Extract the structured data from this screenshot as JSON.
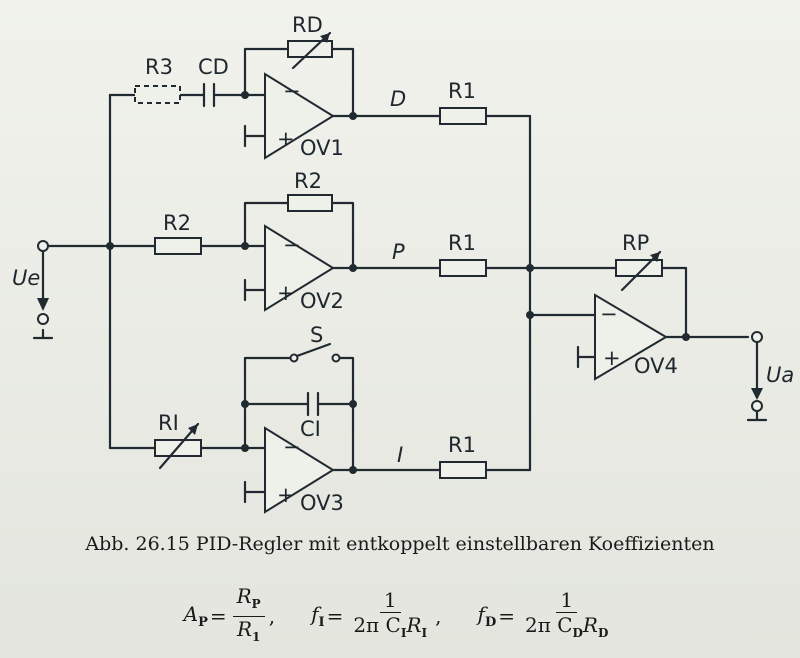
{
  "labels": {
    "r3": "R3",
    "cd": "CD",
    "rd": "RD",
    "r1_d": "R1",
    "r1_p": "R1",
    "r1_i": "R1",
    "r2_in": "R2",
    "r2_fb": "R2",
    "ri": "RI",
    "ci": "CI",
    "s": "S",
    "rp": "RP",
    "sig_d": "D",
    "sig_p": "P",
    "sig_i": "I",
    "ue": "Ue",
    "ua": "Ua",
    "ov1": "OV1",
    "ov2": "OV2",
    "ov3": "OV3",
    "ov4": "OV4",
    "minus": "−",
    "plus": "+"
  },
  "caption": "Abb. 26.15 PID-Regler mit entkoppelt einstellbaren Koeffizienten",
  "formulas": {
    "ap": {
      "lhs": "A",
      "lhs_sub": "P",
      "num": "R",
      "num_sub": "P",
      "den": "R",
      "den_sub": "1",
      "sep": ","
    },
    "fi": {
      "lhs": "f",
      "lhs_sub": "I",
      "num": "1",
      "den": "2π C",
      "den_sub1": "I",
      "den_mid": "R",
      "den_sub2": "I",
      "sep": ","
    },
    "fd": {
      "lhs": "f",
      "lhs_sub": "D",
      "num": "1",
      "den": "2π C",
      "den_sub1": "D",
      "den_mid": "R",
      "den_sub2": "D",
      "sep": ""
    },
    "eq": "="
  }
}
